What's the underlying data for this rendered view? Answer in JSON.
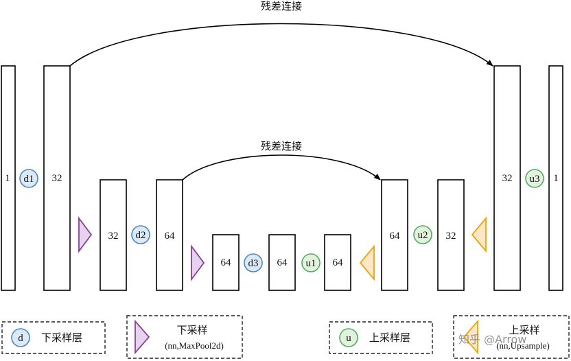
{
  "skip_connections": {
    "outer_label": "残差连接",
    "inner_label": "残差连接"
  },
  "blocks": {
    "enc1_in": "1",
    "enc1_out": "32",
    "enc2_in": "32",
    "enc2_out": "64",
    "enc3_in": "64",
    "enc3_out": "64",
    "dec1_out": "64",
    "dec2_in": "64",
    "dec2_out": "32",
    "dec3_in": "32",
    "dec3_out": "1"
  },
  "layers": {
    "d1": "d1",
    "d2": "d2",
    "d3": "d3",
    "u1": "u1",
    "u2": "u2",
    "u3": "u3"
  },
  "legend": {
    "down_layer_symbol": "d",
    "down_layer_label": "下采样层",
    "downsample_label": "下采样",
    "downsample_sub": "(nn,MaxPool2d)",
    "up_layer_symbol": "u",
    "up_layer_label": "上采样层",
    "upsample_label": "上采样",
    "upsample_sub": "(nn,Upsample)"
  },
  "watermark": "知乎 @Arrow",
  "colors": {
    "down_circle_fill": "#dce9f7",
    "down_circle_stroke": "#4a86c8",
    "up_circle_fill": "#e2f2df",
    "up_circle_stroke": "#4fae5a",
    "downsample_fill": "#e6d3ee",
    "downsample_stroke": "#8a3fa0",
    "upsample_fill": "#fbe7c6",
    "upsample_stroke": "#f0a30a"
  }
}
